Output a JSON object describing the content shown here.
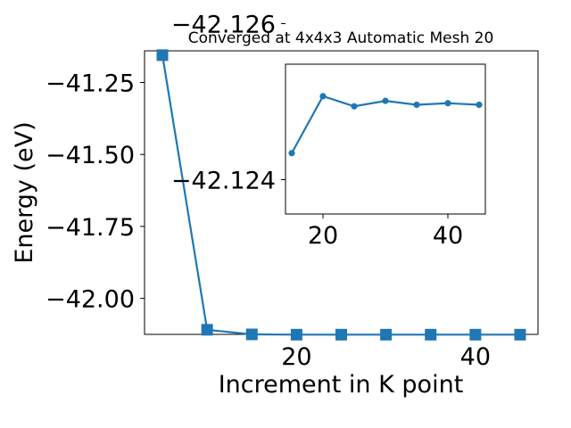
{
  "chart_data": [
    {
      "type": "line",
      "title": "Converged at 4x4x3 Automatic Mesh 20",
      "xlabel": "Increment in K point",
      "ylabel": "Energy (eV)",
      "x": [
        5,
        10,
        15,
        20,
        25,
        30,
        35,
        40,
        45
      ],
      "series": [
        {
          "values": [
            -41.155,
            -42.109,
            -42.125,
            -42.126,
            -42.126,
            -42.126,
            -42.126,
            -42.126,
            -42.126
          ]
        }
      ],
      "xlim": [
        3,
        47
      ],
      "ylim": [
        -42.125,
        -41.14
      ],
      "xticks": [
        20,
        40
      ],
      "xtick_labels": [
        "20",
        "40"
      ],
      "yticks": [
        -41.25,
        -41.5,
        -41.75,
        -42.0
      ],
      "ytick_labels": [
        "−41.25",
        "−41.50",
        "−41.75",
        "−42.00"
      ],
      "marker": "square",
      "color": "#1f77b4",
      "grid": false
    },
    {
      "type": "line",
      "title": "",
      "xlabel": "",
      "ylabel": "",
      "x": [
        15,
        20,
        25,
        30,
        35,
        40,
        45
      ],
      "series": [
        {
          "values": [
            -42.12434,
            -42.12507,
            -42.12494,
            -42.12501,
            -42.12496,
            -42.12498,
            -42.12496
          ]
        }
      ],
      "xlim": [
        14,
        46
      ],
      "ylim": [
        -42.12356,
        -42.12548
      ],
      "xticks": [
        20,
        40
      ],
      "xtick_labels": [
        "20",
        "40"
      ],
      "yticks": [
        -42.126,
        -42.124
      ],
      "ytick_labels": [
        "−42.126",
        "−42.124"
      ],
      "marker": "circle",
      "color": "#1f77b4",
      "grid": false
    }
  ]
}
